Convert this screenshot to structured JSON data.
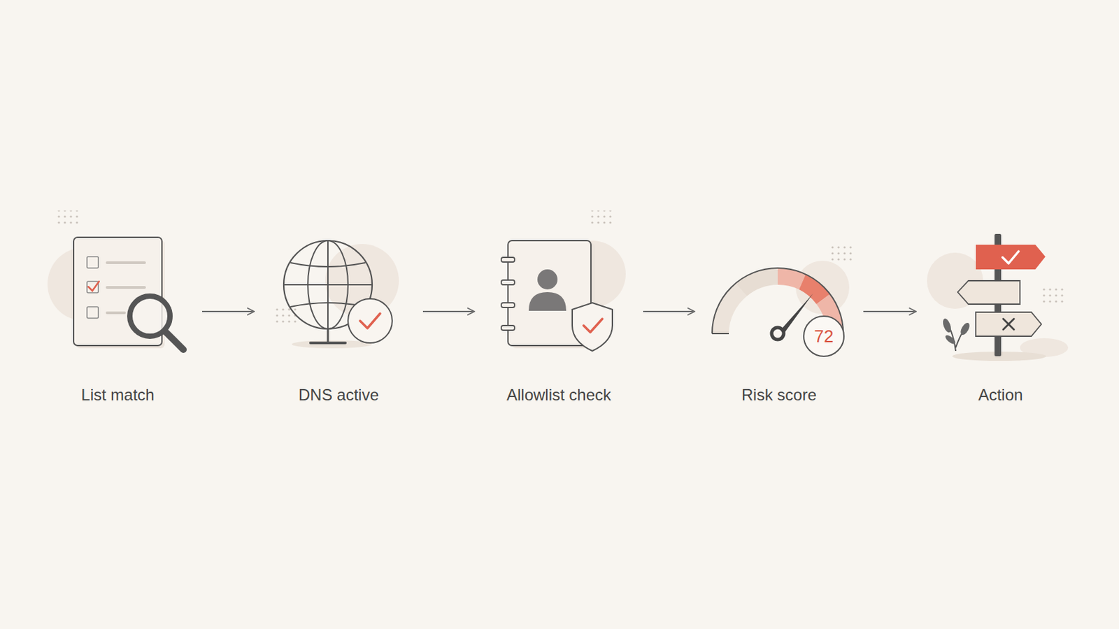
{
  "diagram": {
    "nodes": [
      {
        "text": [
          "List match"
        ]
      },
      {
        "text": [
          "DNS active"
        ]
      },
      {
        "text": [
          "Allowlist check"
        ]
      },
      {
        "text": [
          "Risk score"
        ]
      },
      {
        "text": [
          "Action"
        ]
      }
    ],
    "edges": [
      {
        "from": 0,
        "to": 1,
        "arrow": "to"
      },
      {
        "from": 1,
        "to": 2,
        "arrow": "to"
      },
      {
        "from": 2,
        "to": 3,
        "arrow": "to"
      },
      {
        "from": 3,
        "to": 4,
        "arrow": "to"
      }
    ],
    "labels": [
      "72"
    ]
  }
}
